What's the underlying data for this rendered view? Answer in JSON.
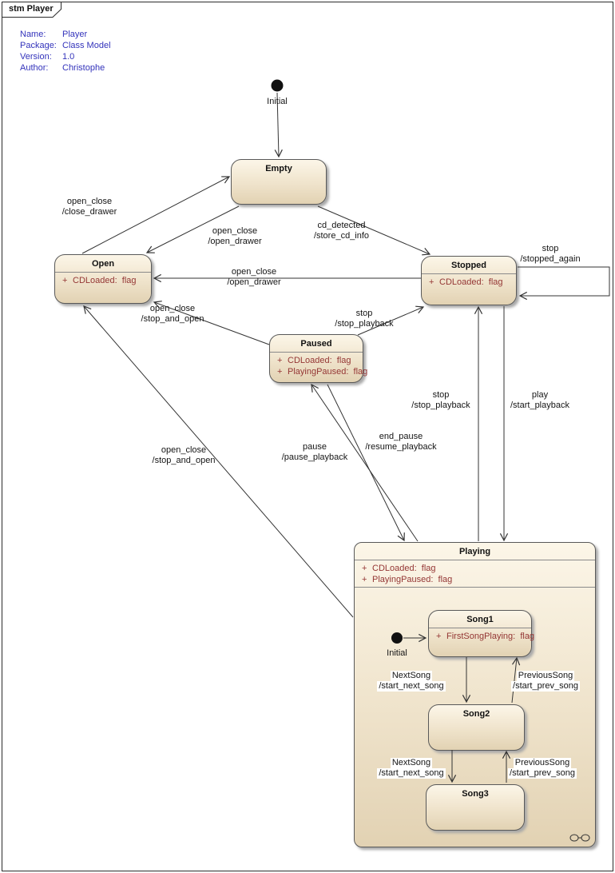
{
  "frame": {
    "title": "stm Player"
  },
  "info": {
    "rows": [
      {
        "label": "Name:",
        "value": "Player"
      },
      {
        "label": "Package:",
        "value": "Class Model"
      },
      {
        "label": "Version:",
        "value": "1.0"
      },
      {
        "label": "Author:",
        "value": "Christophe"
      }
    ]
  },
  "colors": {
    "state_fill_top": "#FCF6E8",
    "state_fill_bottom": "#E2D2B3",
    "attribute_text": "#943634",
    "info_text": "#3333BB",
    "line": "#333333"
  },
  "pseudostates": {
    "initial_label": "Initial"
  },
  "states": {
    "empty": {
      "title": "Empty"
    },
    "open": {
      "title": "Open",
      "attributes": [
        {
          "vis": "+",
          "text": "CDLoaded:  flag"
        }
      ]
    },
    "stopped": {
      "title": "Stopped",
      "attributes": [
        {
          "vis": "+",
          "text": "CDLoaded:  flag"
        }
      ]
    },
    "paused": {
      "title": "Paused",
      "attributes": [
        {
          "vis": "+",
          "text": "CDLoaded:  flag"
        },
        {
          "vis": "+",
          "text": "PlayingPaused:  flag"
        }
      ]
    },
    "playing": {
      "title": "Playing",
      "attributes": [
        {
          "vis": "+",
          "text": "CDLoaded:  flag"
        },
        {
          "vis": "+",
          "text": "PlayingPaused:  flag"
        }
      ],
      "substates": {
        "song1": {
          "title": "Song1",
          "attributes": [
            {
              "vis": "+",
              "text": "FirstSongPlaying:  flag"
            }
          ]
        },
        "song2": {
          "title": "Song2"
        },
        "song3": {
          "title": "Song3"
        }
      }
    }
  },
  "transitions": {
    "t_open_empty": {
      "line1": "open_close",
      "line2": "/close_drawer"
    },
    "t_empty_open": {
      "line1": "open_close",
      "line2": "/open_drawer"
    },
    "t_empty_stopped": {
      "line1": "cd_detected",
      "line2": "/store_cd_info"
    },
    "t_stopped_self": {
      "line1": "stop",
      "line2": "/stopped_again"
    },
    "t_stopped_open": {
      "line1": "open_close",
      "line2": "/open_drawer"
    },
    "t_paused_open": {
      "line1": "open_close",
      "line2": "/stop_and_open"
    },
    "t_paused_stopped": {
      "line1": "stop",
      "line2": "/stop_playback"
    },
    "t_playing_stopped": {
      "line1": "stop",
      "line2": "/stop_playback"
    },
    "t_stopped_playing": {
      "line1": "play",
      "line2": "/start_playback"
    },
    "t_playing_paused": {
      "line1": "pause",
      "line2": "/pause_playback"
    },
    "t_paused_playing": {
      "line1": "end_pause",
      "line2": "/resume_playback"
    },
    "t_playing_open": {
      "line1": "open_close",
      "line2": "/stop_and_open"
    },
    "t_song1_song2": {
      "line1": "NextSong",
      "line2": "/start_next_song"
    },
    "t_song2_song1": {
      "line1": "PreviousSong",
      "line2": "/start_prev_song"
    },
    "t_song2_song3": {
      "line1": "NextSong",
      "line2": "/start_next_song"
    },
    "t_song3_song2": {
      "line1": "PreviousSong",
      "line2": "/start_prev_song"
    }
  }
}
